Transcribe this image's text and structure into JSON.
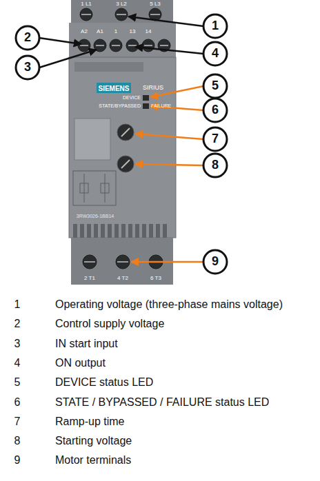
{
  "diagram": {
    "labels": [
      "1 L1",
      "3 L2",
      "5 L3",
      "A2",
      "A1",
      "1",
      "13",
      "14",
      "SIEMENS",
      "SIRIUS",
      "DEVICE",
      "STATE/BYPASSED",
      "FAILURE",
      "3RW3026-1BB14",
      "2 T1",
      "4 T2",
      "6 T3",
      "1",
      "2",
      "3",
      "4",
      "5",
      "6",
      "7",
      "8",
      "9",
      "1",
      "Operating voltage (three-phase mains voltage)",
      "2",
      "Control supply voltage",
      "3",
      "IN start input",
      "4",
      "ON output",
      "5",
      "DEVICE status LED",
      "6",
      "STATE / BYPASSED / FAILURE status LED",
      "7",
      "Ramp-up time",
      "8",
      "Starting voltage",
      "9",
      "Motor terminals"
    ]
  }
}
